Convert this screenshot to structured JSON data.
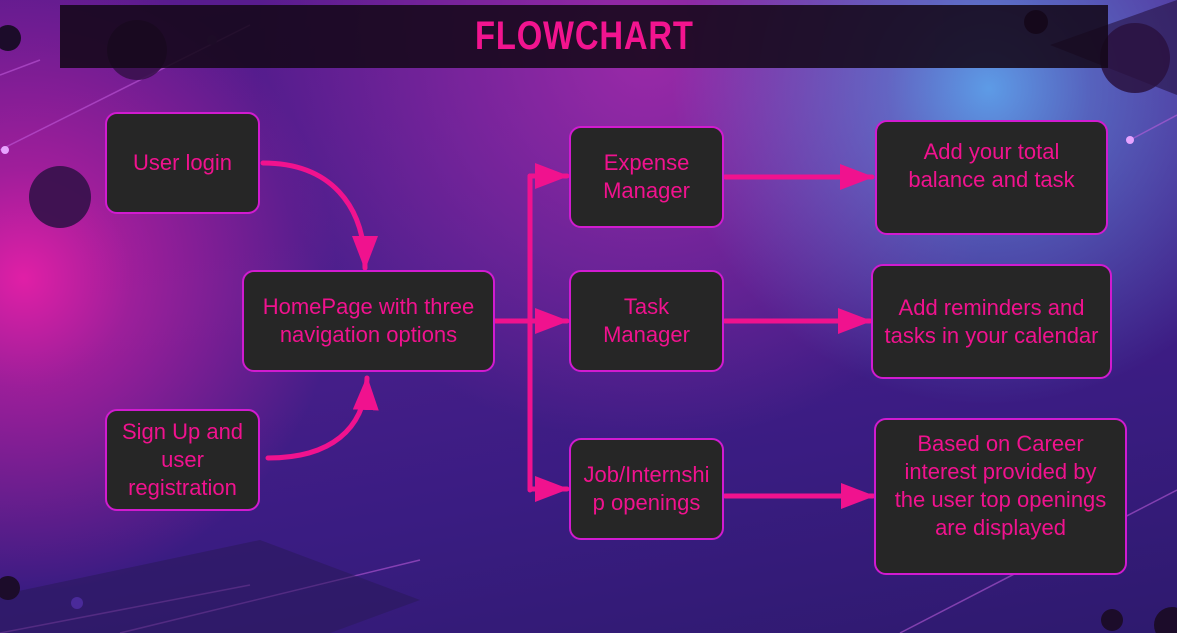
{
  "title": "FLOWCHART",
  "nodes": {
    "user_login": "User login",
    "sign_up": "Sign Up and user registration",
    "homepage": "HomePage with three navigation options",
    "expense_manager": "Expense Manager",
    "task_manager": "Task Manager",
    "job_openings": "Job/Internship openings",
    "expense_detail": "Add your total balance and task",
    "task_detail": "Add reminders and tasks in your calendar",
    "job_detail": "Based on Career interest provided by the user top openings are displayed"
  },
  "edges": [
    {
      "from": "user_login",
      "to": "homepage"
    },
    {
      "from": "sign_up",
      "to": "homepage"
    },
    {
      "from": "homepage",
      "to": "expense_manager"
    },
    {
      "from": "homepage",
      "to": "task_manager"
    },
    {
      "from": "homepage",
      "to": "job_openings"
    },
    {
      "from": "expense_manager",
      "to": "expense_detail"
    },
    {
      "from": "task_manager",
      "to": "task_detail"
    },
    {
      "from": "job_openings",
      "to": "job_detail"
    }
  ],
  "colors": {
    "accent": "#f0128e",
    "node_border": "#d11bd0",
    "node_fill": "#262626",
    "title_bar": "#140819"
  }
}
